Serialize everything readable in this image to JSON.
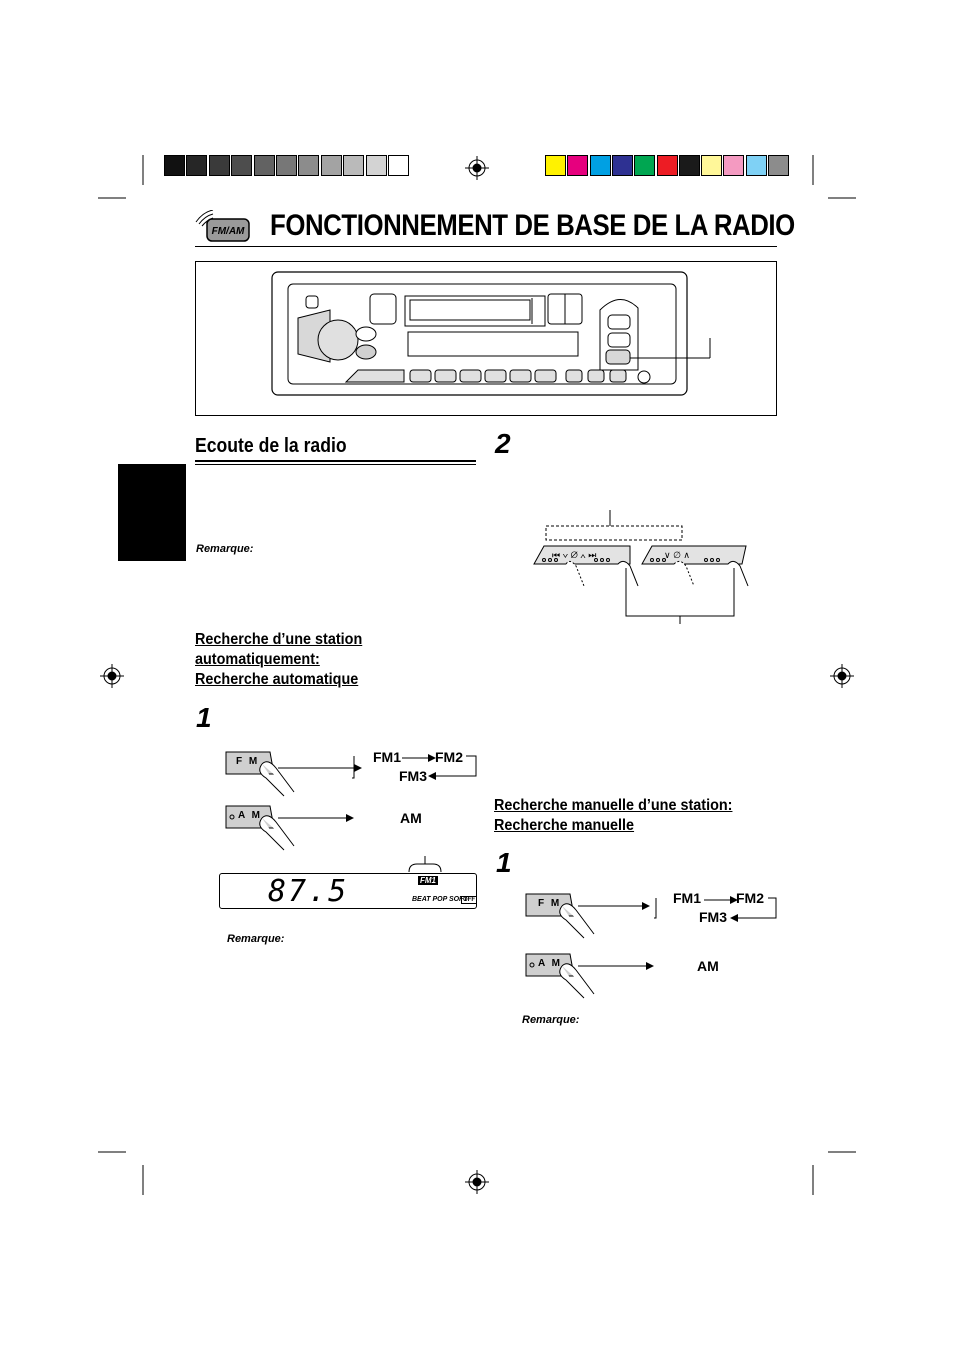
{
  "title": "FONCTIONNEMENT DE BASE DE LA RADIO",
  "band_icon_label": "FM/AM",
  "colors": {
    "gray_bar": [
      "#111111",
      "#262626",
      "#3a3a3a",
      "#4d4d4d",
      "#626262",
      "#777777",
      "#8c8c8c",
      "#a3a3a3",
      "#bababa",
      "#d3d3d3",
      "#ffffff"
    ],
    "color_bar": [
      "#fff200",
      "#e6007e",
      "#00a0e3",
      "#2e3192",
      "#00a651",
      "#ed1c24",
      "#1a1a1a",
      "#fff799",
      "#f49ac1",
      "#7fd1f5",
      "#8c8c8c"
    ],
    "side_tab": "#000000"
  },
  "section_left": {
    "heading": "Ecoute de la radio",
    "remark1": "Remarque:",
    "sub_heading": [
      "Recherche d’une station",
      "automatiquement:",
      "Recherche automatique"
    ],
    "step1": "1",
    "fm_button": "F M",
    "am_button": "A M",
    "fm_cycle": {
      "fm1": "FM1",
      "fm2": "FM2",
      "fm3": "FM3"
    },
    "am_label": "AM",
    "display": {
      "frequency": "87.5",
      "band": "FM1",
      "modes": "BEAT POP SOFT",
      "mode_box": "OFF"
    },
    "remark2": "Remarque:"
  },
  "section_right": {
    "step2": "2",
    "sub_heading": [
      "Recherche manuelle d’une station:",
      "Recherche manuelle"
    ],
    "step1": "1",
    "fm_button": "F M",
    "am_button": "A M",
    "fm_cycle": {
      "fm1": "FM1",
      "fm2": "FM2",
      "fm3": "FM3"
    },
    "am_label": "AM",
    "remark": "Remarque:"
  }
}
